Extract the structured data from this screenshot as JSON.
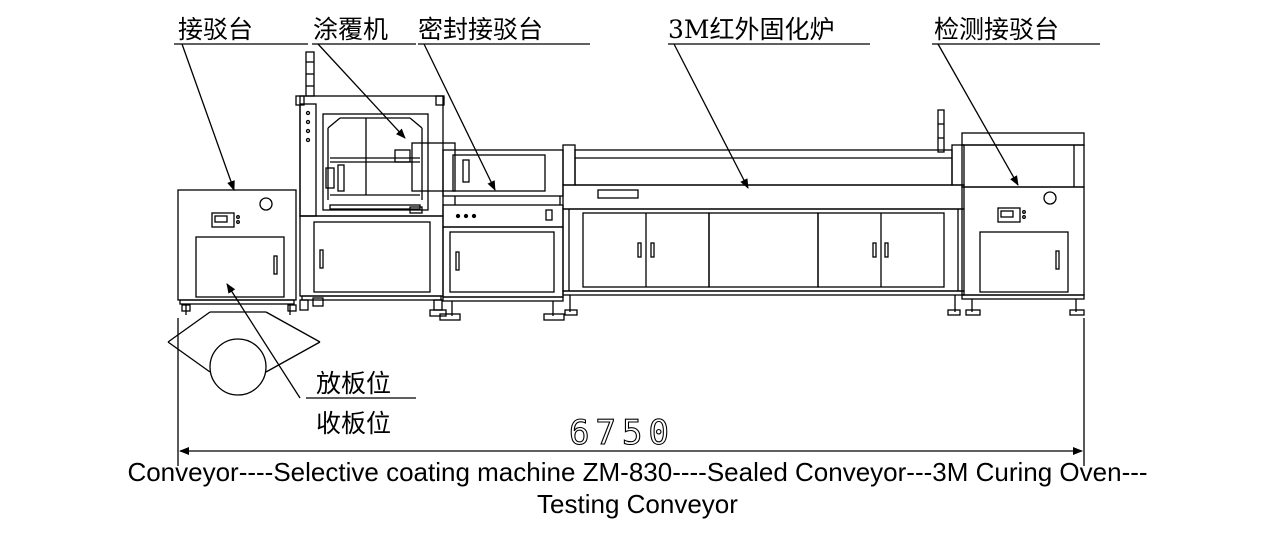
{
  "labels": {
    "conveyor_in": "接驳台",
    "coating_machine": "涂覆机",
    "sealed_conveyor": "密封接驳台",
    "curing_oven": "3M红外固化炉",
    "testing_conveyor": "检测接驳台",
    "board_loading": "放板位",
    "board_unloading": "收板位"
  },
  "dimension": {
    "total_length": "6750"
  },
  "caption": {
    "line1": "Conveyor----Selective coating machine ZM-830----Sealed Conveyor---3M Curing Oven---",
    "line2": "Testing Conveyor"
  }
}
